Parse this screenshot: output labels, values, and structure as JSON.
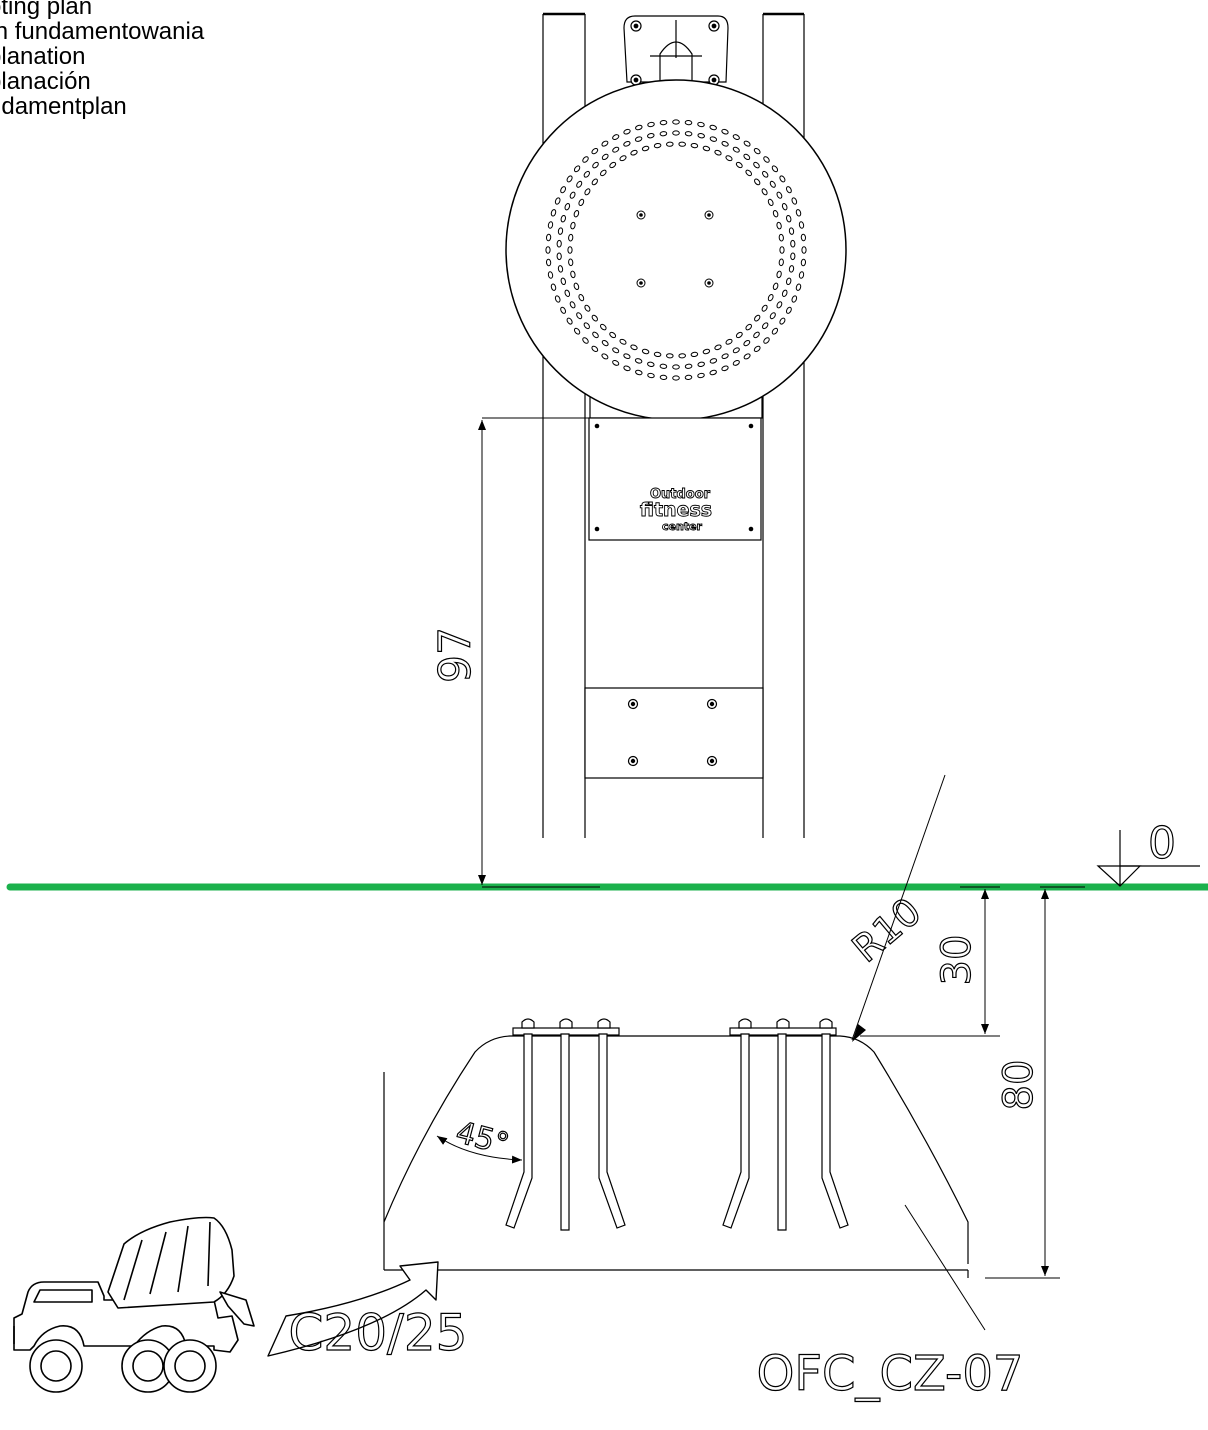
{
  "legend": {
    "lines": [
      "Footing plan",
      "Plan fundamentowania",
      "Explanation",
      "Explanación",
      "Fundamentplan"
    ]
  },
  "sign": {
    "line1": "Outdoor",
    "line2": "fitness",
    "line3": "center"
  },
  "dimensions": {
    "height_above_ground": "97",
    "ground_level": "0",
    "depth_to_top": "30",
    "radius": "R10",
    "angle": "45°",
    "total_depth": "80"
  },
  "labels": {
    "concrete_class": "C20/25",
    "product_code": "OFC_CZ-07"
  },
  "colors": {
    "ground_line": "#1bb14c",
    "line": "#000000"
  }
}
